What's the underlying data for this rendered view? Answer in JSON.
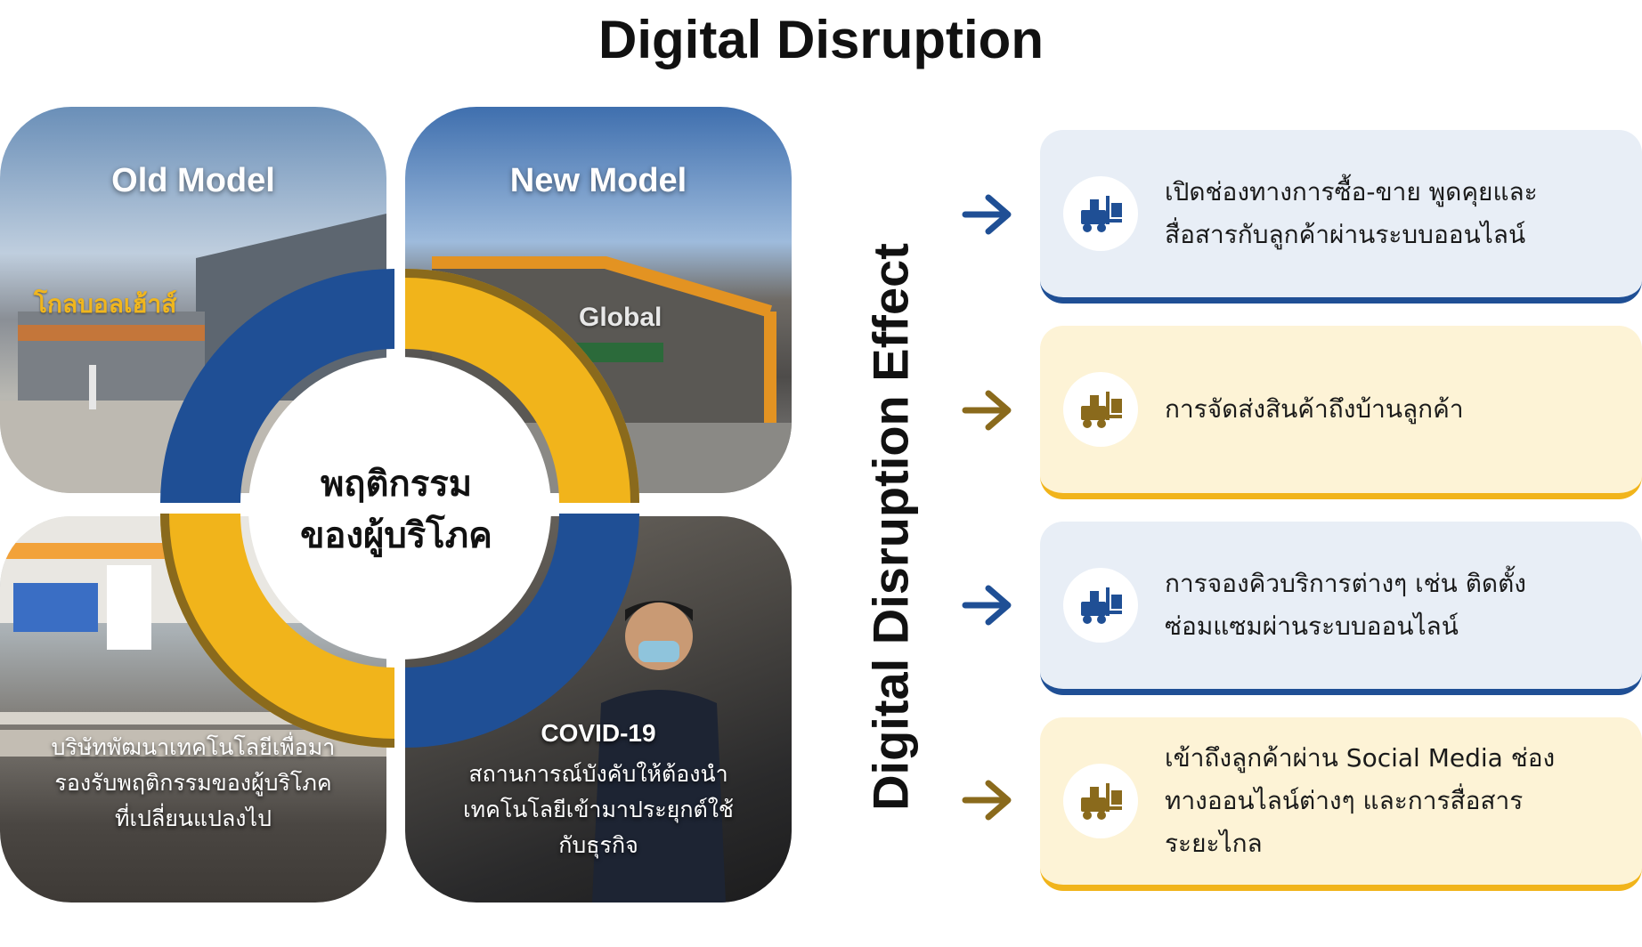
{
  "title": "Digital Disruption",
  "quadrants": {
    "old_model": {
      "label": "Old Model",
      "shop_sign": "โกลบอลเฮ้าส์"
    },
    "new_model": {
      "label": "New Model",
      "shop_logo": "Global"
    },
    "development": {
      "caption_lines": [
        "บริษัทพัฒนาเทคโนโลยีเพื่อมา",
        "รองรับพฤติกรรมของผู้บริโภค",
        "ที่เปลี่ยนแปลงไป"
      ]
    },
    "covid": {
      "heading": "COVID-19",
      "caption_lines": [
        "สถานการณ์บังคับให้ต้องนำ",
        "เทคโนโลยีเข้ามาประยุกต์ใช้",
        "กับธุรกิจ"
      ]
    }
  },
  "center": {
    "line1": "พฤติกรรม",
    "line2": "ของผู้บริโภค"
  },
  "side_title": "Digital Disruption Effect",
  "effects": [
    {
      "theme": "blue",
      "lines": [
        "เปิดช่องทางการซื้อ-ขาย พูดคุยและ",
        "สื่อสารกับลูกค้าผ่านระบบออนไลน์"
      ],
      "icon": "forklift-icon"
    },
    {
      "theme": "gold",
      "lines": [
        "การจัดส่งสินค้าถึงบ้านลูกค้า"
      ],
      "icon": "forklift-icon"
    },
    {
      "theme": "blue",
      "lines": [
        "การจองคิวบริการต่างๆ เช่น ติดตั้ง",
        "ซ่อมแซมผ่านระบบออนไลน์"
      ],
      "icon": "forklift-icon"
    },
    {
      "theme": "gold",
      "lines": [
        "เข้าถึงลูกค้าผ่าน Social Media ช่อง",
        "ทางออนไลน์ต่างๆ และการสื่อสาร",
        "ระยะไกล"
      ],
      "icon": "forklift-icon"
    }
  ],
  "colors": {
    "blue": "#1f4f95",
    "gold": "#f1b41b",
    "dark_gold": "#8a6a1c"
  }
}
